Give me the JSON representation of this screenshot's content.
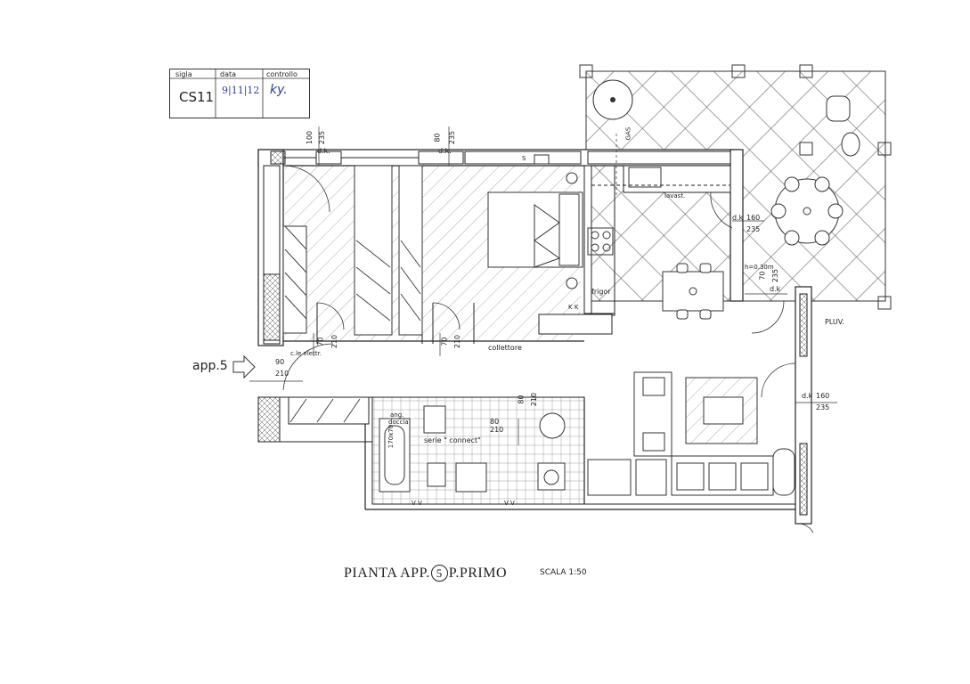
{
  "title_block": {
    "headers": [
      "sigla",
      "data",
      "controllo"
    ],
    "sigla": "CS11",
    "data": "9|11|12",
    "controllo": "ky."
  },
  "title": {
    "prefix": "PIANTA APP.",
    "number": "5",
    "suffix": "P.PRIMO",
    "scale": "SCALA 1:50"
  },
  "labels": {
    "app": "app.5",
    "dk": "d.k.",
    "dk2": "d.k",
    "d100": "100",
    "d235": "235",
    "d80": "80",
    "d160": "160",
    "d70": "70",
    "d210": "210",
    "d90": "90",
    "gas": "GAS",
    "lavast": "lavast.",
    "frigor": "frigor",
    "kk": "K K",
    "hcm": "h=0.30m",
    "collettore": "collettore",
    "cle_elettr": "c.le elettr.",
    "pluv": "PLUV.",
    "ang_doccia_1": "ang.",
    "ang_doccia_2": "doccia",
    "size_170": "170x70",
    "serie": "serie \" connect\"",
    "vv": "V V",
    "s_sign": "S"
  }
}
